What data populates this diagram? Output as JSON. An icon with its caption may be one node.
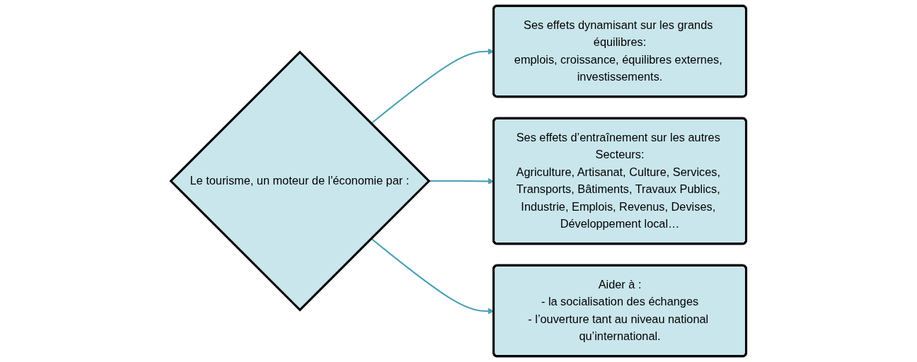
{
  "diagram": {
    "nodes": [
      {
        "text": [
          "Le tourisme, un moteur de l'économie par :"
        ]
      },
      {
        "text": [
          "Ses effets dynamisant sur les grands équilibres:",
          "emplois, croissance, équilibres externes, investissements."
        ]
      },
      {
        "text": [
          "Ses effets d’entraînement sur les autres Secteurs:",
          "Agriculture, Artisanat, Culture, Services, Transports, Bâtiments, Travaux Publics, Industrie, Emplois, Revenus, Devises, Développement local…"
        ]
      },
      {
        "text": [
          "Aider à :",
          "- la socialisation des échanges",
          "- l’ouverture tant au niveau national qu’international."
        ]
      }
    ],
    "edges": [
      {
        "from": 0,
        "to": 1,
        "arrow": "to"
      },
      {
        "from": 0,
        "to": 2,
        "arrow": "to"
      },
      {
        "from": 0,
        "to": 3,
        "arrow": "to"
      }
    ]
  }
}
